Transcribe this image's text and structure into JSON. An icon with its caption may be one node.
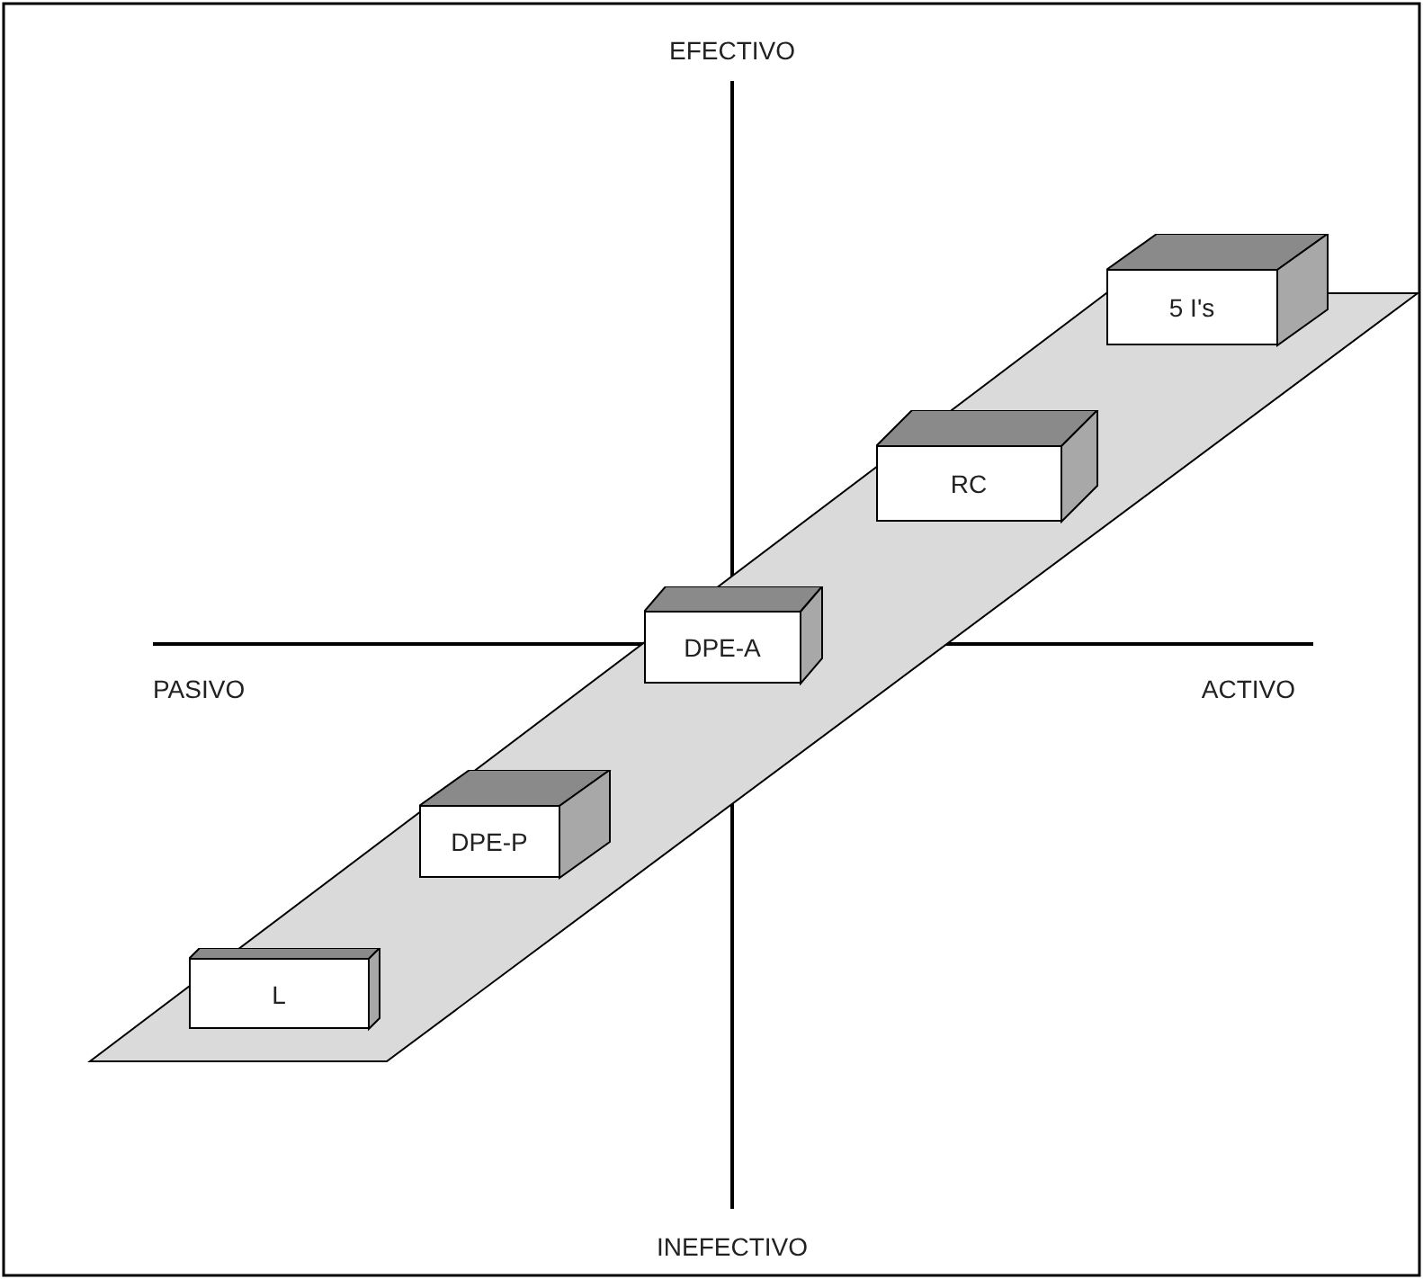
{
  "diagram": {
    "nodes": [
      {
        "text": [
          "L"
        ]
      },
      {
        "text": [
          "DPE-P"
        ]
      },
      {
        "text": [
          "DPE-A"
        ]
      },
      {
        "text": [
          "RC"
        ]
      },
      {
        "text": [
          "5 I's"
        ]
      }
    ],
    "labels": [
      "EFECTIVO",
      "PASIVO",
      "ACTIVO",
      "INEFECTIVO"
    ]
  }
}
